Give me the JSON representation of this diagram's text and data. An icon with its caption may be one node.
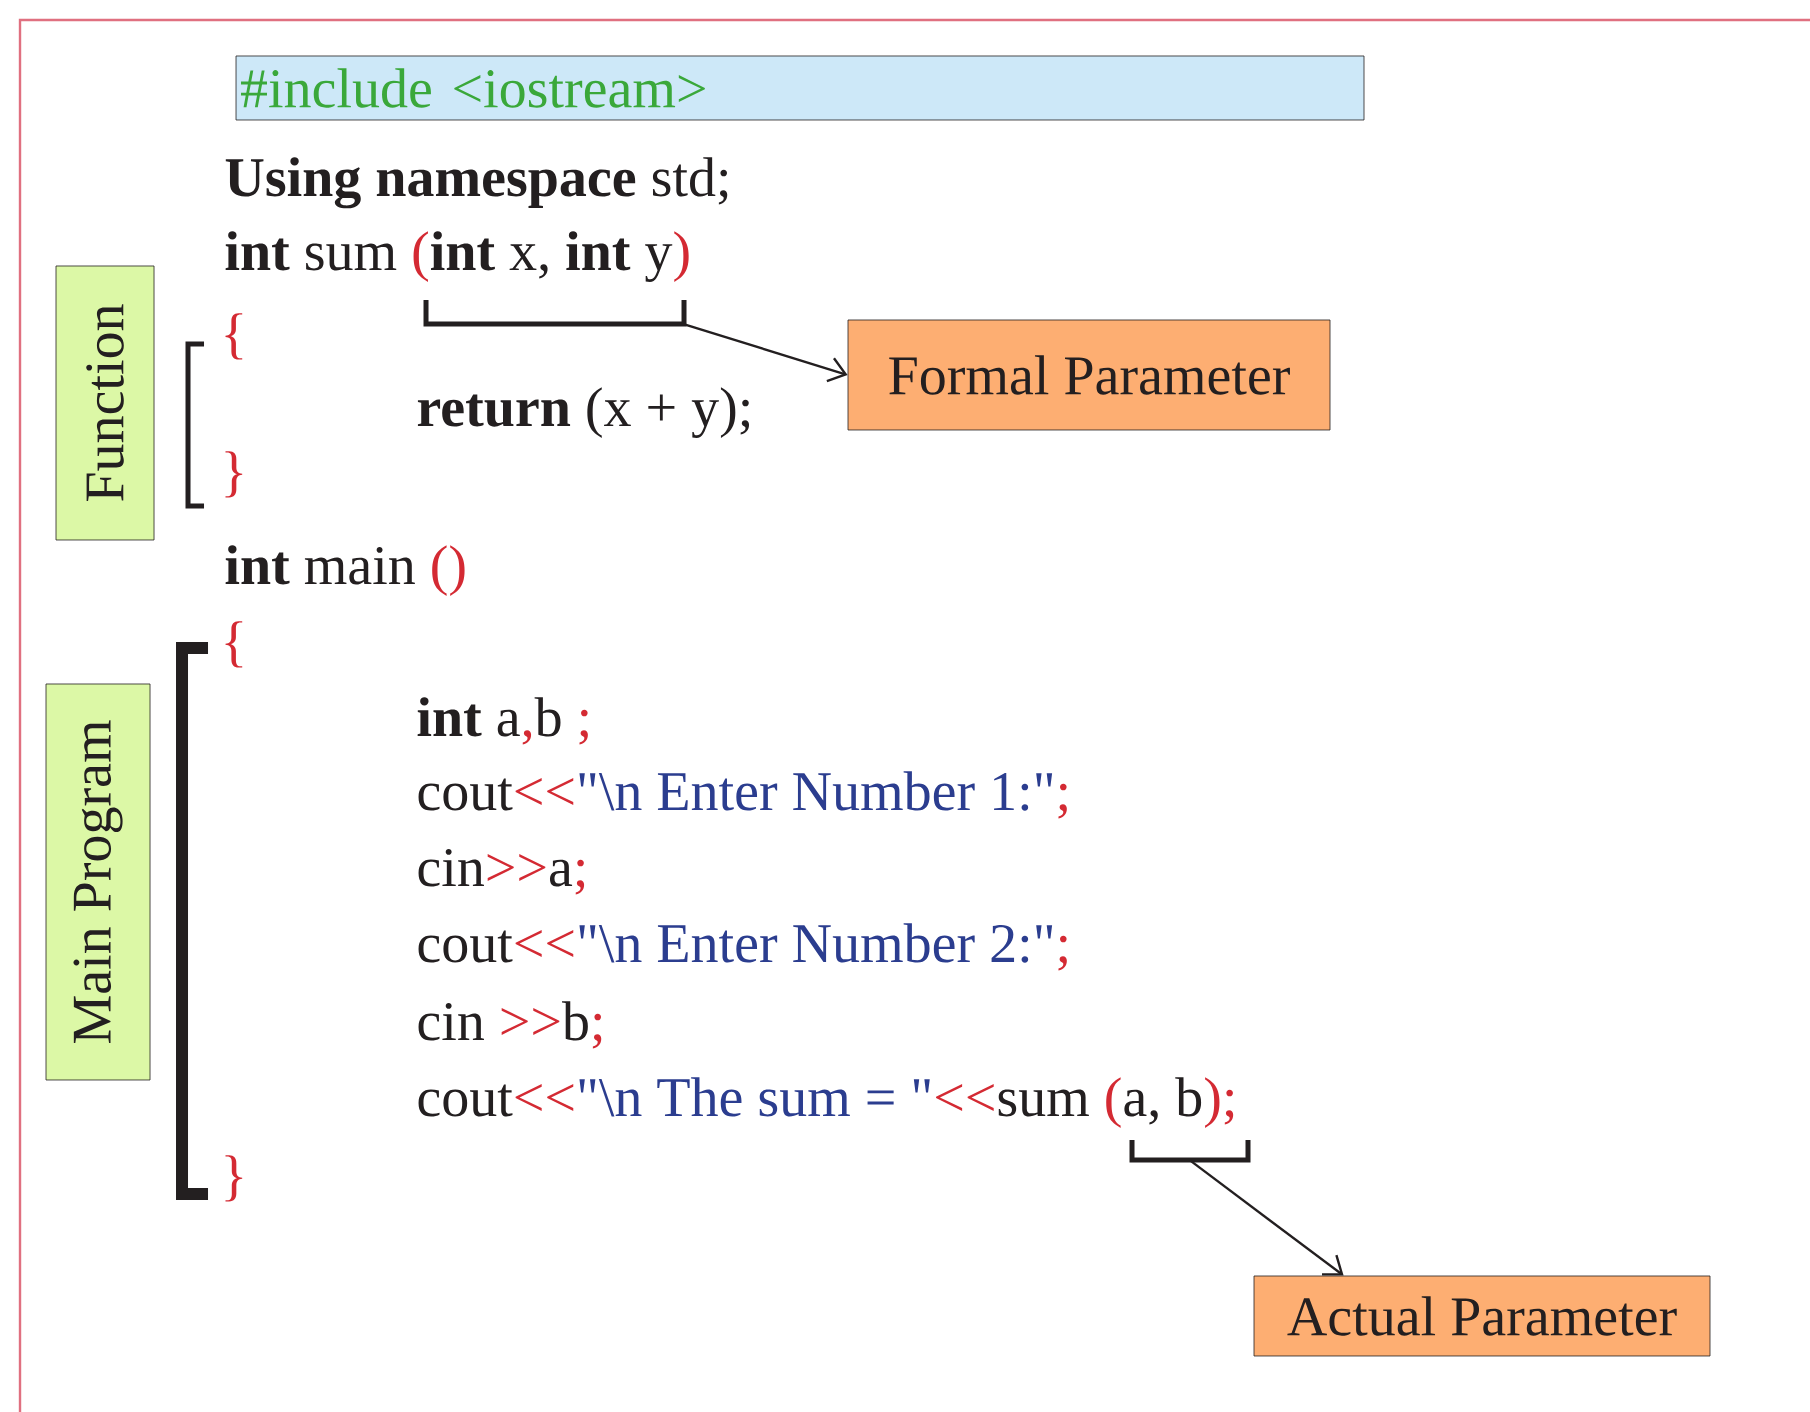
{
  "diagram": {
    "nodes": [
      {
        "text": [
          "#include <iostream>"
        ]
      },
      {
        "text": [
          "Function"
        ]
      },
      {
        "text": [
          "Formal Parameter"
        ]
      },
      {
        "text": [
          "Main Program"
        ]
      },
      {
        "text": [
          "Actual Parameter"
        ]
      },
      {
        "text": [],
        "shape": "bracket"
      },
      {
        "text": [],
        "shape": "bracket"
      }
    ],
    "edges": [
      {
        "from": 5,
        "to": 2,
        "arrow": "to"
      },
      {
        "from": 6,
        "to": 4,
        "arrow": "to"
      }
    ],
    "labels": [
      "**Using namespace** std;",
      "**int** sum",
      "(",
      "**int** x, **int** y",
      ")",
      "{",
      "**return** (x + y);",
      "}",
      "**int** main",
      "()",
      "{",
      "**int** a",
      ",",
      "b",
      ";",
      "cout",
      "<<",
      "\"\\n Enter Number 1:\"",
      ";",
      "cin",
      ">>",
      "a",
      ";",
      "cout",
      "<<",
      "\"\\n Enter Number 2:\"",
      ";",
      "cin",
      ">>",
      "b",
      ";",
      "cout",
      "<<",
      "\"\\n The sum = \"",
      "<<",
      "sum",
      "(",
      "a, b",
      ");",
      "}"
    ]
  }
}
